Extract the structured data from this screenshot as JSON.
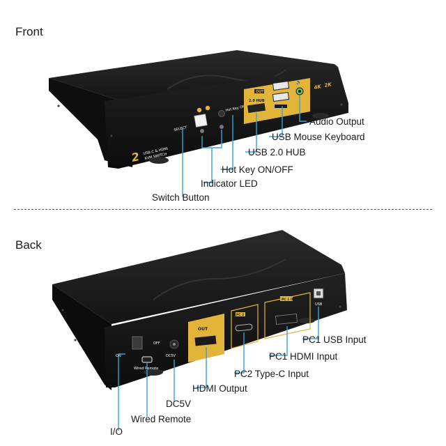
{
  "sections": {
    "front": "Front",
    "back": "Back"
  },
  "front_labels": {
    "audio_output": "Audio Output",
    "usb_mouse_keyboard": "USB Mouse Keyboard",
    "usb_hub": "USB 2.0 HUB",
    "hot_key": "Hot Key ON/OFF",
    "indicator_led": "Indicator LED",
    "switch_button": "Switch Button"
  },
  "back_labels": {
    "pc1_usb": "PC1 USB Input",
    "pc1_hdmi": "PC1 HDMI Input",
    "pc2_typec": "PC2 Type-C Input",
    "hdmi_output": "HDMI Output",
    "dc5v": "DC5V",
    "wired_remote": "Wired Remote",
    "io": "I/O"
  },
  "device_print": {
    "brand_line1": "USB-C & HDMI",
    "brand_line2": "KVM SWITCH",
    "select": "SELECT",
    "hotkey_print": "Hot Key ON/OFF",
    "out": "OUT",
    "hub_print": "2.0 HUB",
    "res_4k": "4K",
    "res_2k": "2K",
    "pc1_in": "PC 1 IN",
    "pc2_in": "PC 2 IN",
    "usb_print": "USB",
    "dc5v_print": "DC5V",
    "on": "ON",
    "off": "OFF",
    "wired_remote_print": "Wired Remote"
  },
  "colors": {
    "body": "#1b1b1b",
    "gold": "#e3b43a",
    "lead": "#3aa0d8"
  }
}
